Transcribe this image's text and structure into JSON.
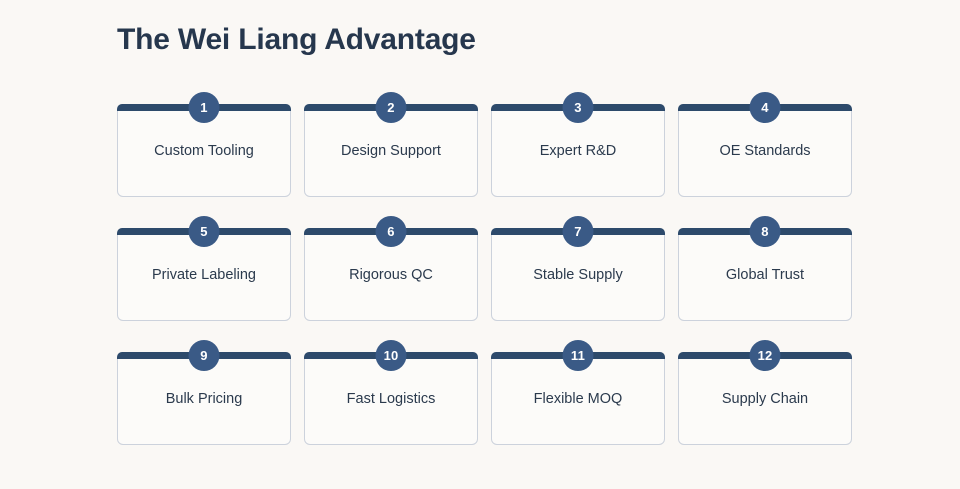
{
  "header": {
    "title": "The Wei Liang Advantage"
  },
  "theme": {
    "background": "#faf8f5",
    "card_background": "#fcfbf9",
    "card_border": "#ccd2dc",
    "accent_bar": "#2d4a6b",
    "badge_fill": "#3a5a86",
    "badge_text": "#ffffff",
    "title_color": "#26374d",
    "label_color": "#2b3a4d"
  },
  "grid": {
    "columns": 4,
    "rows": 3,
    "cards": [
      {
        "number": "1",
        "label": "Custom Tooling"
      },
      {
        "number": "2",
        "label": "Design Support"
      },
      {
        "number": "3",
        "label": "Expert R&D"
      },
      {
        "number": "4",
        "label": "OE Standards"
      },
      {
        "number": "5",
        "label": "Private Labeling"
      },
      {
        "number": "6",
        "label": "Rigorous QC"
      },
      {
        "number": "7",
        "label": "Stable Supply"
      },
      {
        "number": "8",
        "label": "Global Trust"
      },
      {
        "number": "9",
        "label": "Bulk Pricing"
      },
      {
        "number": "10",
        "label": "Fast Logistics"
      },
      {
        "number": "11",
        "label": "Flexible MOQ"
      },
      {
        "number": "12",
        "label": "Supply Chain"
      }
    ]
  }
}
